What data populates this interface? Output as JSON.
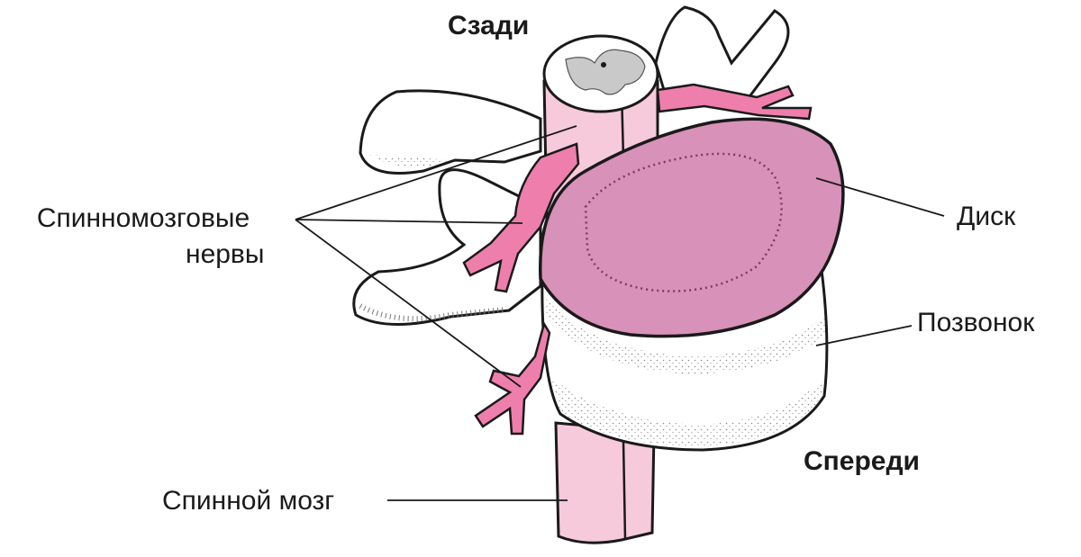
{
  "labels": {
    "posterior": "Сзади",
    "anterior": "Спереди",
    "nerves_line1": "Спинномозговые",
    "nerves_line2": "нервы",
    "disc": "Диск",
    "vertebra": "Позвонок",
    "spinal_cord": "Спинной мозг"
  },
  "colors": {
    "outline": "#1a1a1a",
    "disc_fill": "#d891b8",
    "nerve_fill": "#ee7fac",
    "cord_fill": "#f6c9db",
    "gray_matter": "#c9c9c9",
    "bone_fill": "#ffffff",
    "stipple": "#9a9a9a"
  }
}
